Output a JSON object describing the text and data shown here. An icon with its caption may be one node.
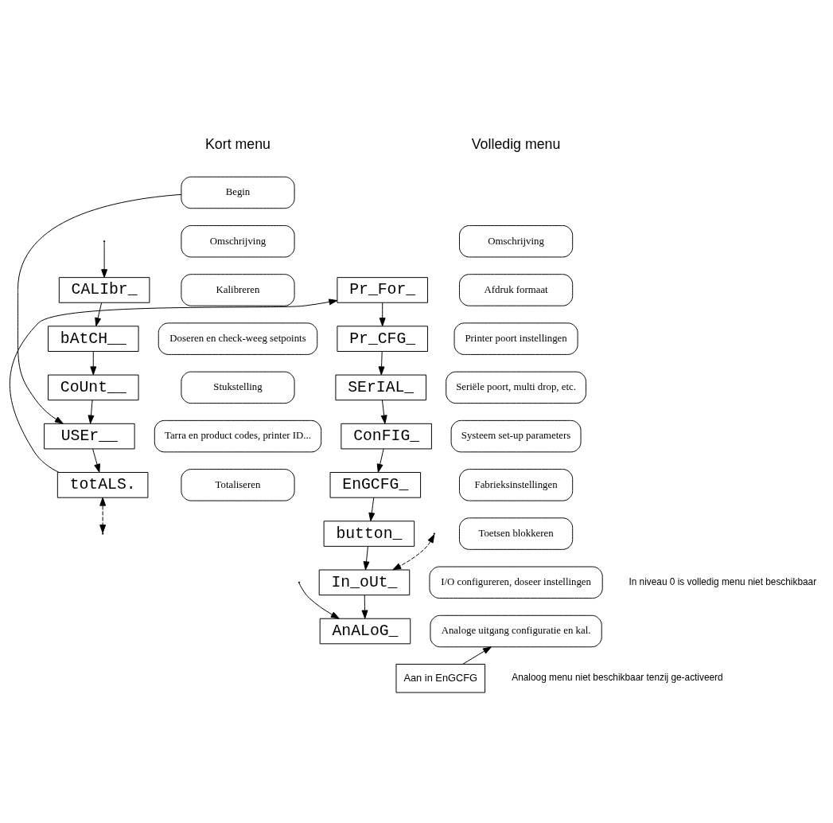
{
  "diagram": {
    "nodes": [
      {
        "text": [
          "Begin"
        ]
      },
      {
        "text": [
          "Omschrijving"
        ]
      },
      {
        "text": [
          "CALIbr_"
        ]
      },
      {
        "text": [
          "Kalibreren"
        ]
      },
      {
        "text": [
          "bAtCH__"
        ]
      },
      {
        "text": [
          "Doseren en check-weeg setpoints"
        ]
      },
      {
        "text": [
          "CoUnt__"
        ]
      },
      {
        "text": [
          "Stukstelling"
        ]
      },
      {
        "text": [
          "USEr__"
        ]
      },
      {
        "text": [
          "Tarra en product codes, printer ID..."
        ]
      },
      {
        "text": [
          "totALS."
        ]
      },
      {
        "text": [
          "Totaliseren"
        ]
      },
      {
        "text": [
          "Omschrijving"
        ]
      },
      {
        "text": [
          "Pr_For_"
        ]
      },
      {
        "text": [
          "Afdruk formaat"
        ]
      },
      {
        "text": [
          "Pr_CFG_"
        ]
      },
      {
        "text": [
          "Printer poort instellingen"
        ]
      },
      {
        "text": [
          "SErIAL_"
        ]
      },
      {
        "text": [
          "Seriële poort, multi drop, etc."
        ]
      },
      {
        "text": [
          "ConFIG_"
        ]
      },
      {
        "text": [
          "Systeem set-up parameters"
        ]
      },
      {
        "text": [
          "EnGCFG_"
        ]
      },
      {
        "text": [
          "Fabrieksinstellingen"
        ]
      },
      {
        "text": [
          "button_"
        ]
      },
      {
        "text": [
          "Toetsen blokkeren"
        ]
      },
      {
        "text": [
          "In_oUt_"
        ]
      },
      {
        "text": [
          "I/O configureren, doseer instellingen"
        ]
      },
      {
        "text": [
          "AnALoG_"
        ]
      },
      {
        "text": [
          "Analoge uitgang configuratie en kal."
        ]
      },
      {
        "text": [
          "Aan in EnGCFG"
        ]
      }
    ],
    "edges": [
      {
        "from": 0,
        "to": 8,
        "arrow": "to"
      },
      {
        "from": null,
        "to": 2,
        "arrow": "to"
      },
      {
        "from": 2,
        "to": 4,
        "arrow": "to"
      },
      {
        "from": 4,
        "to": 6,
        "arrow": "to"
      },
      {
        "from": 6,
        "to": 8,
        "arrow": "to"
      },
      {
        "from": 8,
        "to": 10,
        "arrow": "to"
      },
      {
        "from": 10,
        "to": 13,
        "arrow": "to"
      },
      {
        "from": 10,
        "to": null,
        "arrow": "both",
        "style": "dashed"
      },
      {
        "from": 13,
        "to": 15,
        "arrow": "to"
      },
      {
        "from": 15,
        "to": 17,
        "arrow": "to"
      },
      {
        "from": 17,
        "to": 19,
        "arrow": "to"
      },
      {
        "from": 19,
        "to": 21,
        "arrow": "to"
      },
      {
        "from": 21,
        "to": 23,
        "arrow": "to"
      },
      {
        "from": 23,
        "to": 25,
        "arrow": "to"
      },
      {
        "from": 25,
        "to": 27,
        "arrow": "to"
      },
      {
        "from": null,
        "to": 25,
        "arrow": "both",
        "style": "dashed"
      },
      {
        "from": null,
        "to": 27,
        "arrow": "to"
      },
      {
        "from": 29,
        "to": 28,
        "arrow": "to"
      }
    ],
    "labels": [
      "Kort menu",
      "Volledig menu",
      "In niveau 0 is volledig menu niet beschikbaar",
      "Analoog menu niet beschikbaar tenzij ge-activeerd"
    ]
  }
}
